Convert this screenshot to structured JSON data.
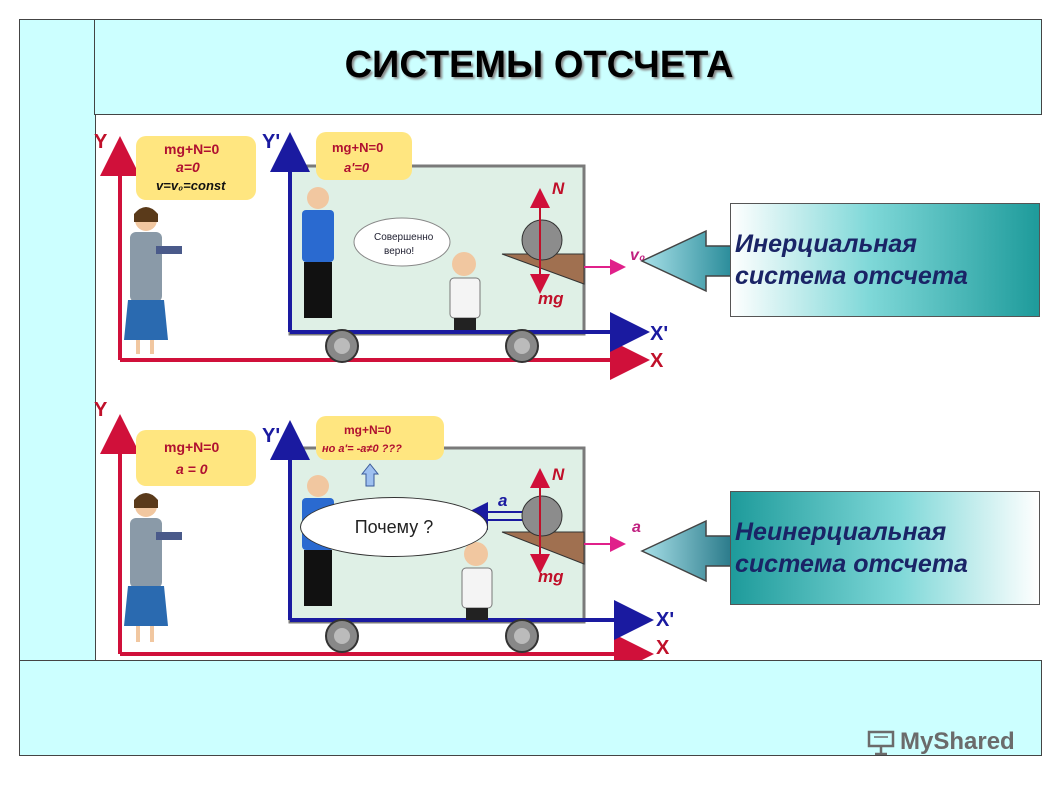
{
  "slide": {
    "title": "СИСТЕМЫ ОТСЧЕТА",
    "inertial_label": [
      "Инерциальная",
      "система отсчета"
    ],
    "noninertial_label": [
      "Неинерциальная",
      "система отсчета"
    ],
    "why_bubble": "Почему ?",
    "watermark": {
      "my": "My",
      "shared": "Shared"
    }
  },
  "top_scene": {
    "axis_x": "X",
    "axis_y": "Y",
    "axis_x2": "X'",
    "axis_y2": "Y'",
    "teacher_bubble": [
      "mg+N=0",
      "a=0",
      "v=v₀=const"
    ],
    "cart_bubble": [
      "mg+N=0",
      "a'=0"
    ],
    "man_bubble": [
      "Совершенно",
      "верно!"
    ],
    "force_up": "N",
    "force_down": "mg",
    "velocity": "v₀"
  },
  "bottom_scene": {
    "axis_x": "X",
    "axis_y": "Y",
    "axis_x2": "X'",
    "axis_y2": "Y'",
    "teacher_bubble": [
      "mg+N=0",
      "a = 0"
    ],
    "cart_bubble": [
      "mg+N=0",
      "но a'= -a≠0 ???"
    ],
    "force_up": "N",
    "force_down": "mg",
    "accel_left": "a",
    "accel_right": "a"
  },
  "colors": {
    "panel": "#ccffff",
    "scene_bg": "#dff0e6",
    "axis": "#d0103a",
    "cart_axis": "#1a1aa0",
    "bubble": "#ffe680",
    "label_text": "#1a2466"
  }
}
